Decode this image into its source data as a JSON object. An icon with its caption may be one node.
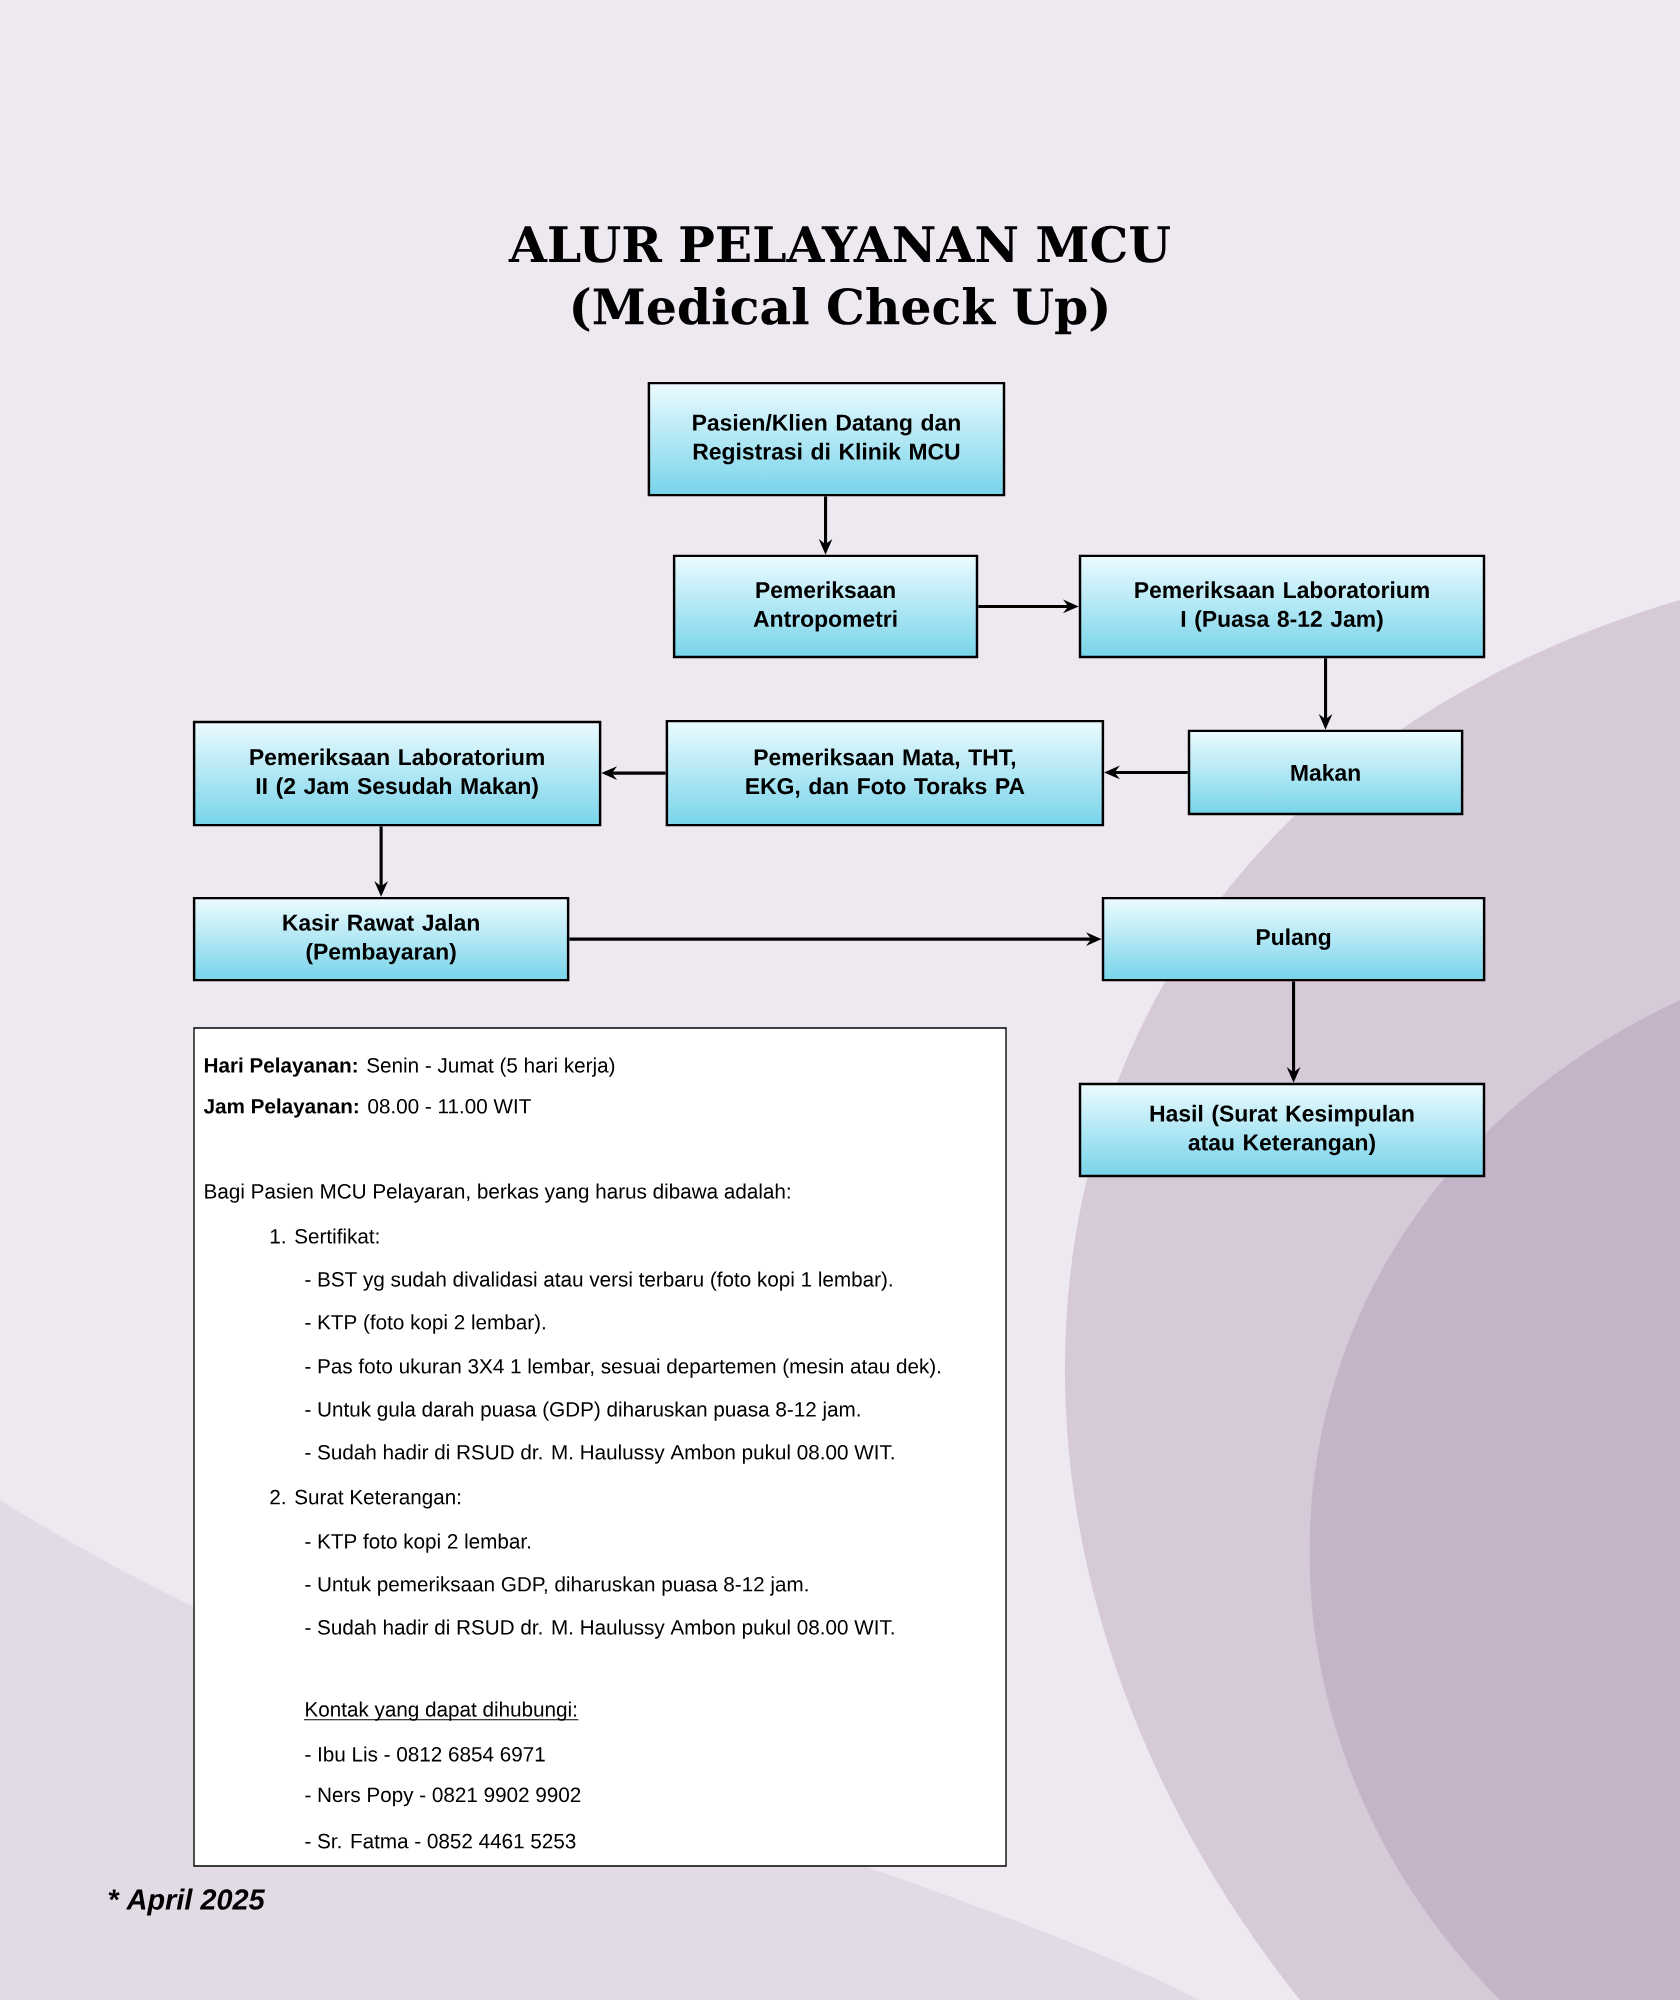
{
  "diagram": {
    "title": "ALUR PELAYANAN MCU (Medical Check Up)",
    "nodes": [
      {
        "text": [
          "Pasien/Klien Datang dan Registrasi di Klinik MCU"
        ]
      },
      {
        "text": [
          "Pemeriksaan Antropometri"
        ]
      },
      {
        "text": [
          "Pemeriksaan Laboratorium I (Puasa 8-12 Jam)"
        ]
      },
      {
        "text": [
          "Makan"
        ]
      },
      {
        "text": [
          "Pemeriksaan Mata, THT, EKG, dan Foto Toraks PA"
        ]
      },
      {
        "text": [
          "Pemeriksaan Laboratorium II (2 Jam Sesudah Makan)"
        ]
      },
      {
        "text": [
          "Kasir Rawat Jalan (Pembayaran)"
        ]
      },
      {
        "text": [
          "Pulang"
        ]
      },
      {
        "text": [
          "Hasil (Surat Kesimpulan atau Keterangan)"
        ]
      }
    ],
    "edges": [
      {
        "from": 0,
        "to": 1,
        "arrow": "to"
      },
      {
        "from": 1,
        "to": 2,
        "arrow": "to"
      },
      {
        "from": 2,
        "to": 3,
        "arrow": "to"
      },
      {
        "from": 3,
        "to": 4,
        "arrow": "to"
      },
      {
        "from": 4,
        "to": 5,
        "arrow": "to"
      },
      {
        "from": 5,
        "to": 6,
        "arrow": "to"
      },
      {
        "from": 6,
        "to": 7,
        "arrow": "to"
      },
      {
        "from": 7,
        "to": 8,
        "arrow": "to"
      }
    ],
    "labels": [
      "**Hari Pelayanan:** Senin - Jumat (5 hari kerja)",
      "**Jam Pelayanan:** 08.00 - 11.00 WIT",
      "Bagi Pasien MCU Pelayaran, berkas yang harus dibawa adalah:",
      "1. Sertifikat:",
      "- BST yg sudah divalidasi atau versi terbaru (foto kopi 1 lembar).",
      "- KTP (foto kopi 2 lembar).",
      "- Pas foto ukuran 3X4 1 lembar, sesuai departemen (mesin atau dek).",
      "- Untuk gula darah puasa (GDP) diharuskan puasa 8-12 jam.",
      "- Sudah hadir di RSUD dr. M. Haulussy Ambon pukul 08.00 WIT.",
      "2. Surat Keterangan:",
      "- KTP foto kopi 2 lembar.",
      "- Untuk pemeriksaan GDP, diharuskan puasa 8-12 jam.",
      "- Sudah hadir di RSUD dr. M. Haulussy Ambon pukul 08.00 WIT.",
      "Kontak yang dapat dihubungi:",
      "- Ibu Lis - 0812 6854 6971",
      "- Ners Popy - 0821 9902 9902",
      "- Sr. Fatma - 0852 4461 5253",
      "* April 2025"
    ]
  }
}
